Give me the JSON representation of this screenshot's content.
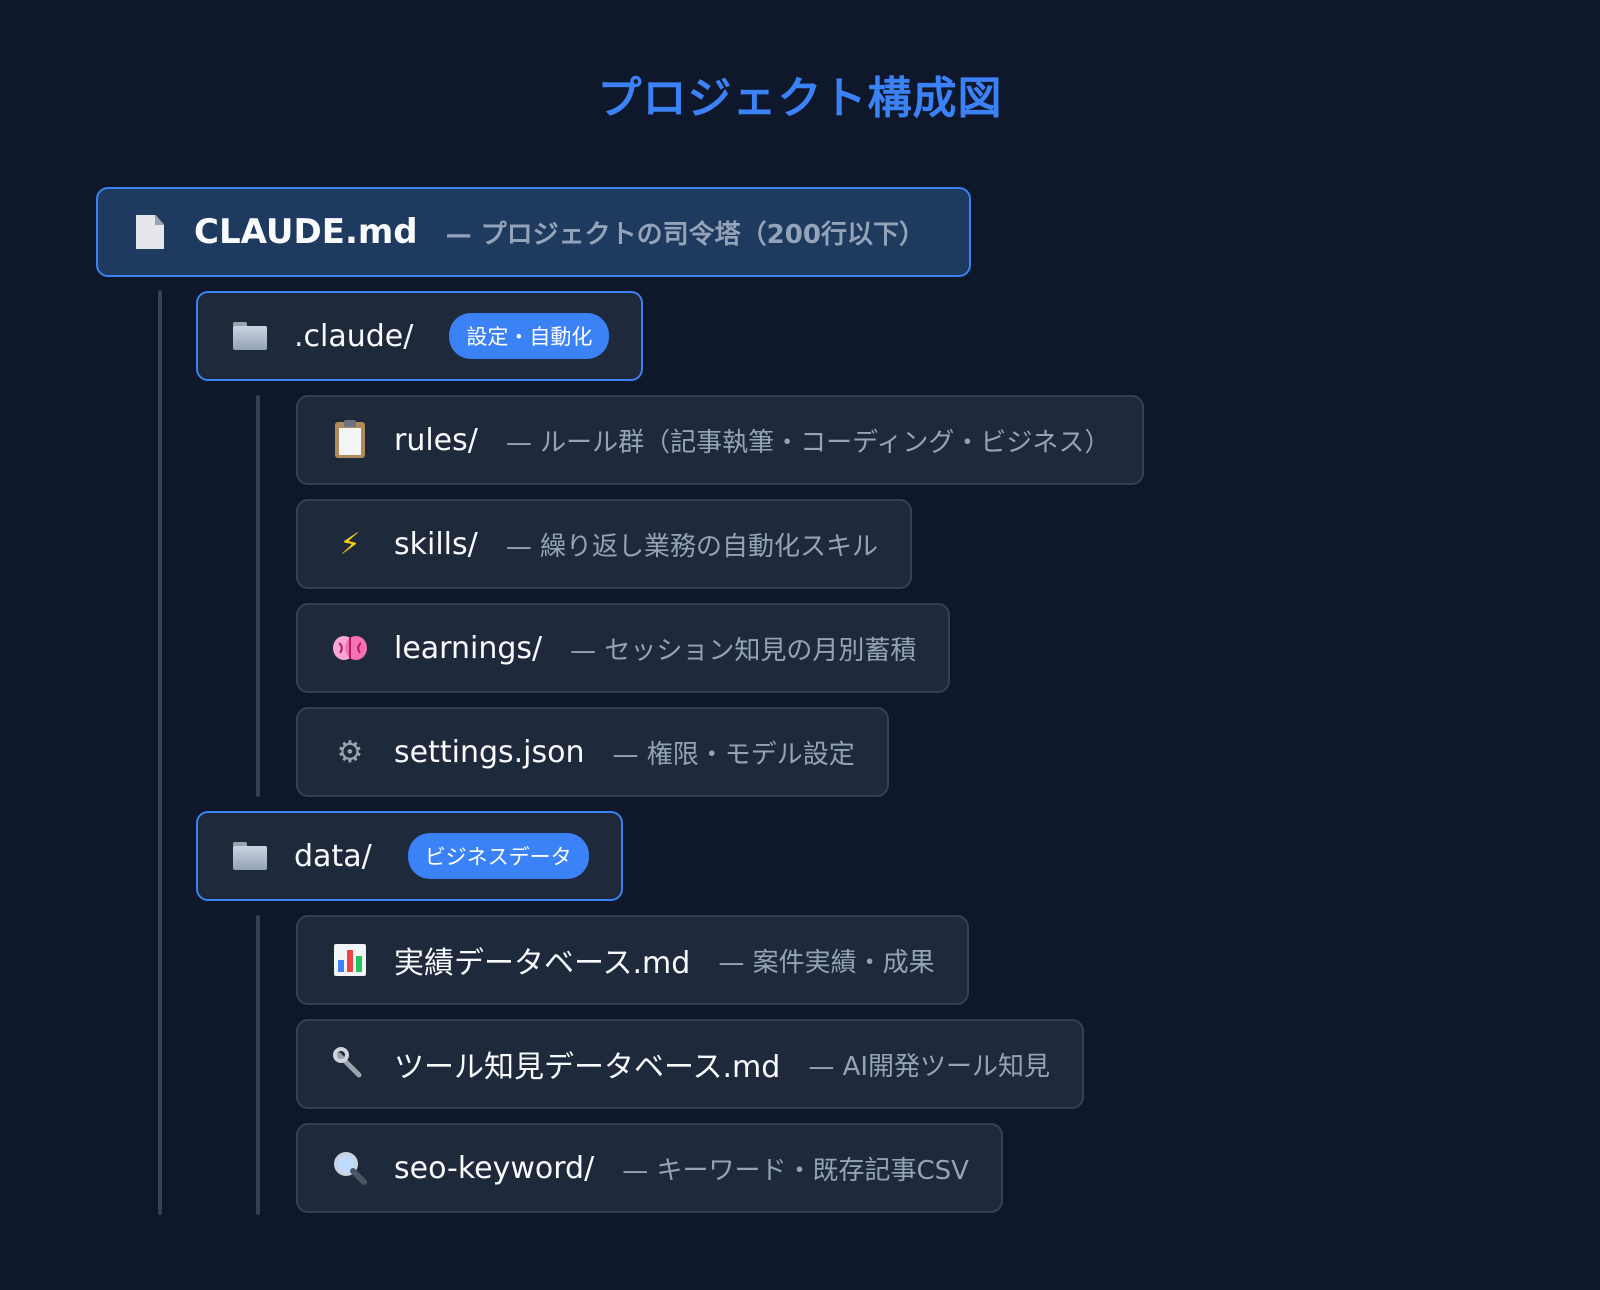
{
  "title": "プロジェクト構成図",
  "root": {
    "icon": "document-icon",
    "name": "CLAUDE.md",
    "desc": "— プロジェクトの司令塔（200行以下）"
  },
  "folders": [
    {
      "icon": "folder-icon",
      "name": ".claude/",
      "badge": "設定・自動化",
      "items": [
        {
          "icon": "clipboard-icon",
          "name": "rules/",
          "desc": "— ルール群（記事執筆・コーディング・ビジネス）"
        },
        {
          "icon": "lightning-icon",
          "name": "skills/",
          "desc": "— 繰り返し業務の自動化スキル"
        },
        {
          "icon": "brain-icon",
          "name": "learnings/",
          "desc": "— セッション知見の月別蓄積"
        },
        {
          "icon": "gear-icon",
          "name": "settings.json",
          "desc": "— 権限・モデル設定"
        }
      ]
    },
    {
      "icon": "folder-icon",
      "name": "data/",
      "badge": "ビジネスデータ",
      "items": [
        {
          "icon": "bar-chart-icon",
          "name": "実績データベース.md",
          "desc": "— 案件実績・成果"
        },
        {
          "icon": "wrench-icon",
          "name": "ツール知見データベース.md",
          "desc": "— AI開発ツール知見"
        },
        {
          "icon": "magnifier-icon",
          "name": "seo-keyword/",
          "desc": "— キーワード・既存記事CSV"
        }
      ]
    }
  ],
  "colors": {
    "background": "#0f172a",
    "accent": "#3b82f6",
    "card": "#1e293b",
    "root_card": "#1e3a5f",
    "muted_text": "#94a3b8"
  }
}
